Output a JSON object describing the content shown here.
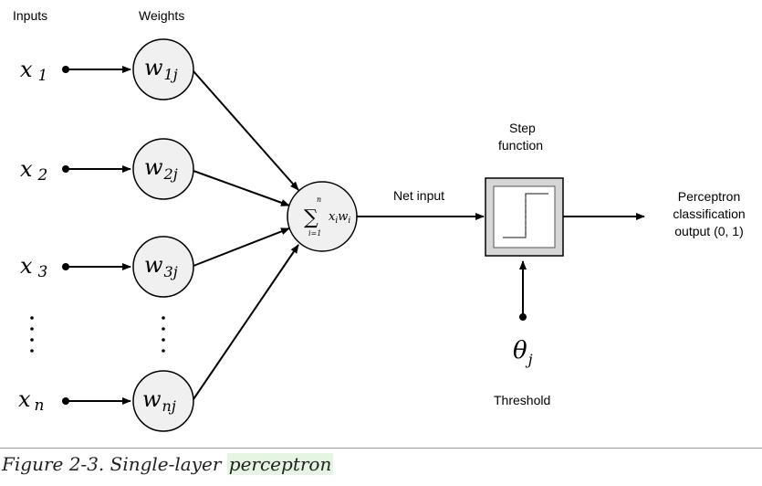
{
  "labels": {
    "inputs": "Inputs",
    "weights": "Weights",
    "net_input": "Net input",
    "step_line1": "Step",
    "step_line2": "function",
    "output_line1": "Perceptron",
    "output_line2": "classification",
    "output_line3": "output (0, 1)",
    "threshold": "Threshold"
  },
  "inputs": [
    {
      "base": "x",
      "sub": "1"
    },
    {
      "base": "x",
      "sub": "2"
    },
    {
      "base": "x",
      "sub": "3"
    },
    {
      "base": "x",
      "sub": "n"
    }
  ],
  "weights": [
    {
      "base": "w",
      "sub": "1j"
    },
    {
      "base": "w",
      "sub": "2j"
    },
    {
      "base": "w",
      "sub": "3j"
    },
    {
      "base": "w",
      "sub": "nj"
    }
  ],
  "summation": {
    "symbol": "∑",
    "upper": "n",
    "lower": "i=1",
    "term_x": "x",
    "term_x_sub": "i",
    "term_w": "w",
    "term_w_sub": "i"
  },
  "threshold_symbol": {
    "base": "θ",
    "sub": "j"
  },
  "ellipsis": "⋮",
  "caption": {
    "prefix": "Figure 2-3. Single-layer ",
    "highlight": "perceptron"
  },
  "colors": {
    "node_fill": "#f0f0f0",
    "step_box_fill": "#d6d6d6",
    "caption_highlight": "#e6f4e3"
  }
}
